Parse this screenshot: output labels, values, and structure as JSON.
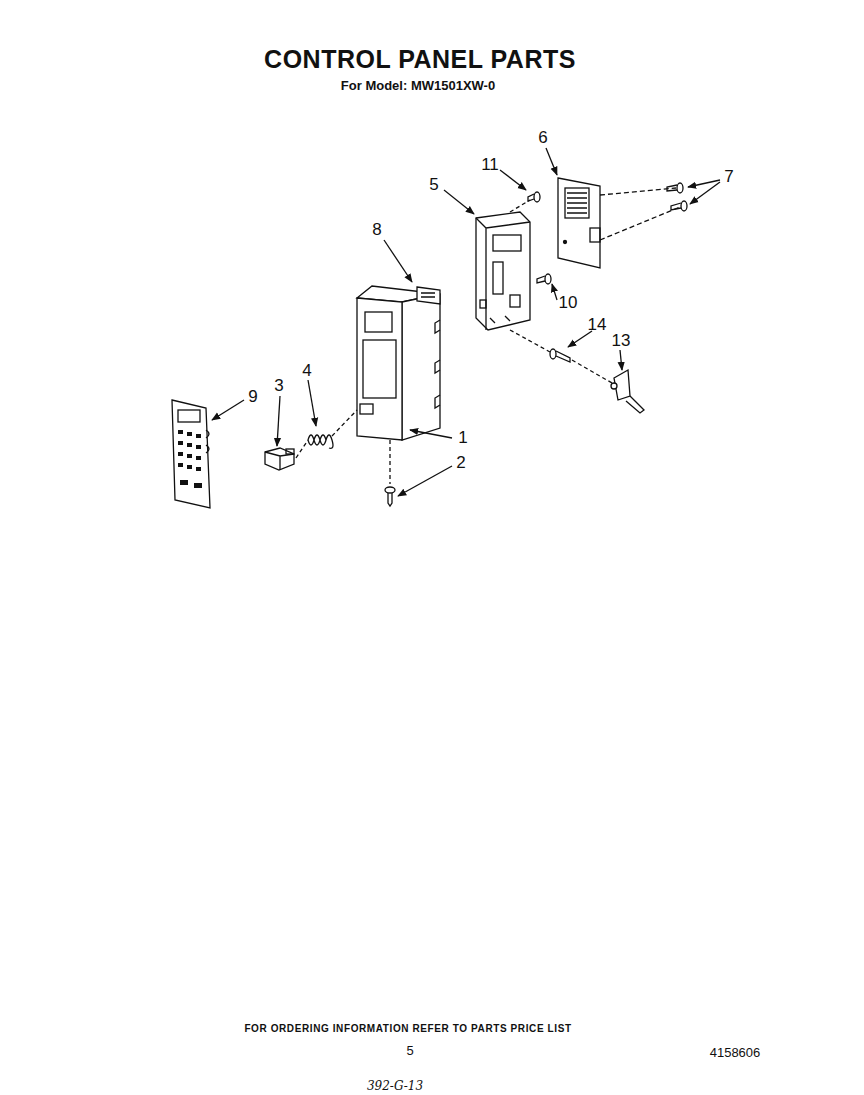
{
  "diagram": {
    "title": "CONTROL PANEL PARTS",
    "labels": [
      "For Model: MW1501XW-0",
      "6",
      "11",
      "7",
      "5",
      "8",
      "10",
      "14",
      "13",
      "9",
      "3",
      "4",
      "1",
      "2",
      "FOR ORDERING INFORMATION REFER TO PARTS PRICE LIST",
      "5",
      "4158606",
      "392-G-13"
    ]
  }
}
